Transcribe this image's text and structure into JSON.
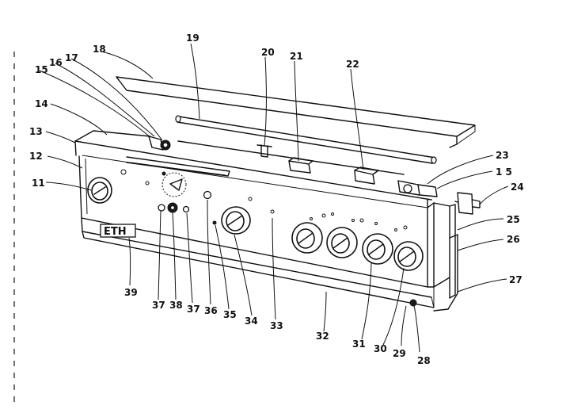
{
  "callouts": [
    {
      "id": "c11",
      "text": "11"
    },
    {
      "id": "c12",
      "text": "12"
    },
    {
      "id": "c13",
      "text": "13"
    },
    {
      "id": "c14",
      "text": "14"
    },
    {
      "id": "c15a",
      "text": "15"
    },
    {
      "id": "c16",
      "text": "16"
    },
    {
      "id": "c17",
      "text": "17"
    },
    {
      "id": "c18",
      "text": "18"
    },
    {
      "id": "c19",
      "text": "19"
    },
    {
      "id": "c20",
      "text": "20"
    },
    {
      "id": "c21",
      "text": "21"
    },
    {
      "id": "c22",
      "text": "22"
    },
    {
      "id": "c23",
      "text": "23"
    },
    {
      "id": "c15b",
      "text": "1 5"
    },
    {
      "id": "c24",
      "text": "24"
    },
    {
      "id": "c25",
      "text": "25"
    },
    {
      "id": "c26",
      "text": "26"
    },
    {
      "id": "c27",
      "text": "27"
    },
    {
      "id": "c28",
      "text": "28"
    },
    {
      "id": "c29",
      "text": "29"
    },
    {
      "id": "c30",
      "text": "30"
    },
    {
      "id": "c31",
      "text": "31"
    },
    {
      "id": "c32",
      "text": "32"
    },
    {
      "id": "c33",
      "text": "33"
    },
    {
      "id": "c34",
      "text": "34"
    },
    {
      "id": "c35",
      "text": "35"
    },
    {
      "id": "c36",
      "text": "36"
    },
    {
      "id": "c37a",
      "text": "37"
    },
    {
      "id": "c37b",
      "text": "37"
    },
    {
      "id": "c38",
      "text": "38"
    },
    {
      "id": "c39",
      "text": "39"
    }
  ],
  "panel_logo": "ETH"
}
